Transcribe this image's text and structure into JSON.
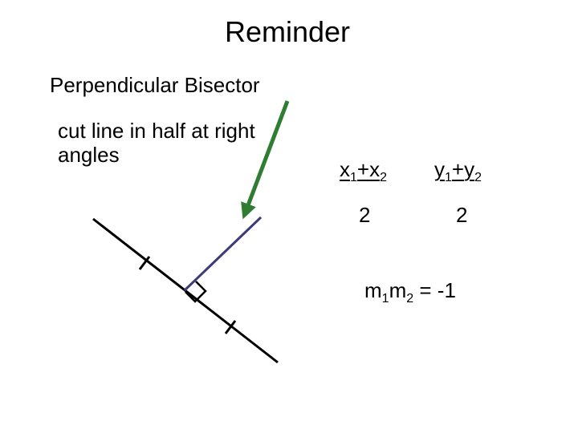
{
  "slide": {
    "title": "Reminder",
    "subtitle": "Perpendicular Bisector",
    "definition": "cut line in half at right angles"
  },
  "midpoint_formula": {
    "x_numerator": {
      "a": "x",
      "a_sub": "1",
      "op": "+",
      "b": "x",
      "b_sub": "2"
    },
    "y_numerator": {
      "a": "y",
      "a_sub": "1",
      "op": "+",
      "b": "y",
      "b_sub": "2"
    },
    "x_denominator": "2",
    "y_denominator": "2"
  },
  "gradient_rule": {
    "a": "m",
    "a_sub": "1",
    "b": "m",
    "b_sub": "2",
    "rhs": " = -1"
  },
  "colors": {
    "line": "#000000",
    "bisector": "#3c3c78",
    "arrow": "#2e7d32"
  }
}
